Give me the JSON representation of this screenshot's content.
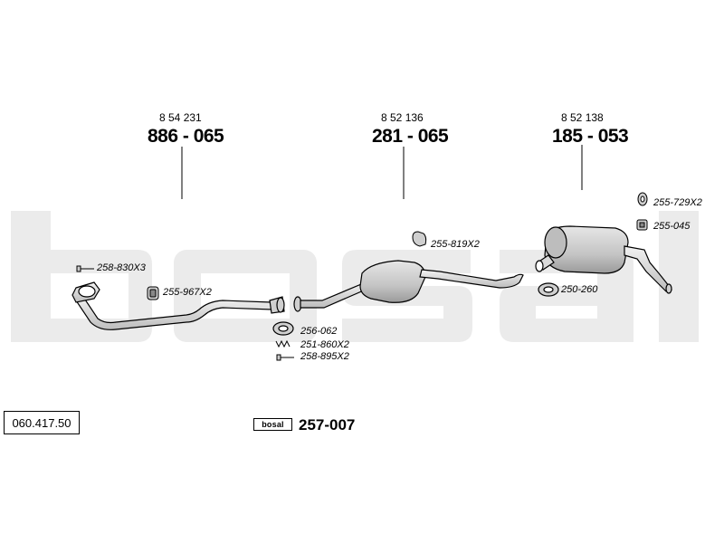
{
  "watermark": {
    "text": "bosal",
    "color": "#ebebeb"
  },
  "references": [
    {
      "small": "8 54 231",
      "big": "886 - 065"
    },
    {
      "small": "8 52 136",
      "big": "281 - 065"
    },
    {
      "small": "8 52 138",
      "big": "185 - 053"
    }
  ],
  "parts": [
    {
      "code": "258-830X3",
      "icon": "bolt-icon"
    },
    {
      "code": "255-967X2",
      "icon": "rubber-mount-icon"
    },
    {
      "code": "256-062",
      "icon": "gasket-ring-icon"
    },
    {
      "code": "251-860X2",
      "icon": "spring-icon"
    },
    {
      "code": "258-895X2",
      "icon": "bolt-icon"
    },
    {
      "code": "255-819X2",
      "icon": "rubber-mount-icon"
    },
    {
      "code": "250-260",
      "icon": "clamp-icon"
    },
    {
      "code": "255-729X2",
      "icon": "rubber-ring-icon"
    },
    {
      "code": "255-045",
      "icon": "rubber-mount-icon"
    }
  ],
  "document_number": "060.417.50",
  "kit": {
    "brand": "bosal",
    "number": "257-007"
  },
  "colors": {
    "line": "#000000",
    "part_fill": "#d9d9d9",
    "part_shade": "#a8a8a8"
  }
}
